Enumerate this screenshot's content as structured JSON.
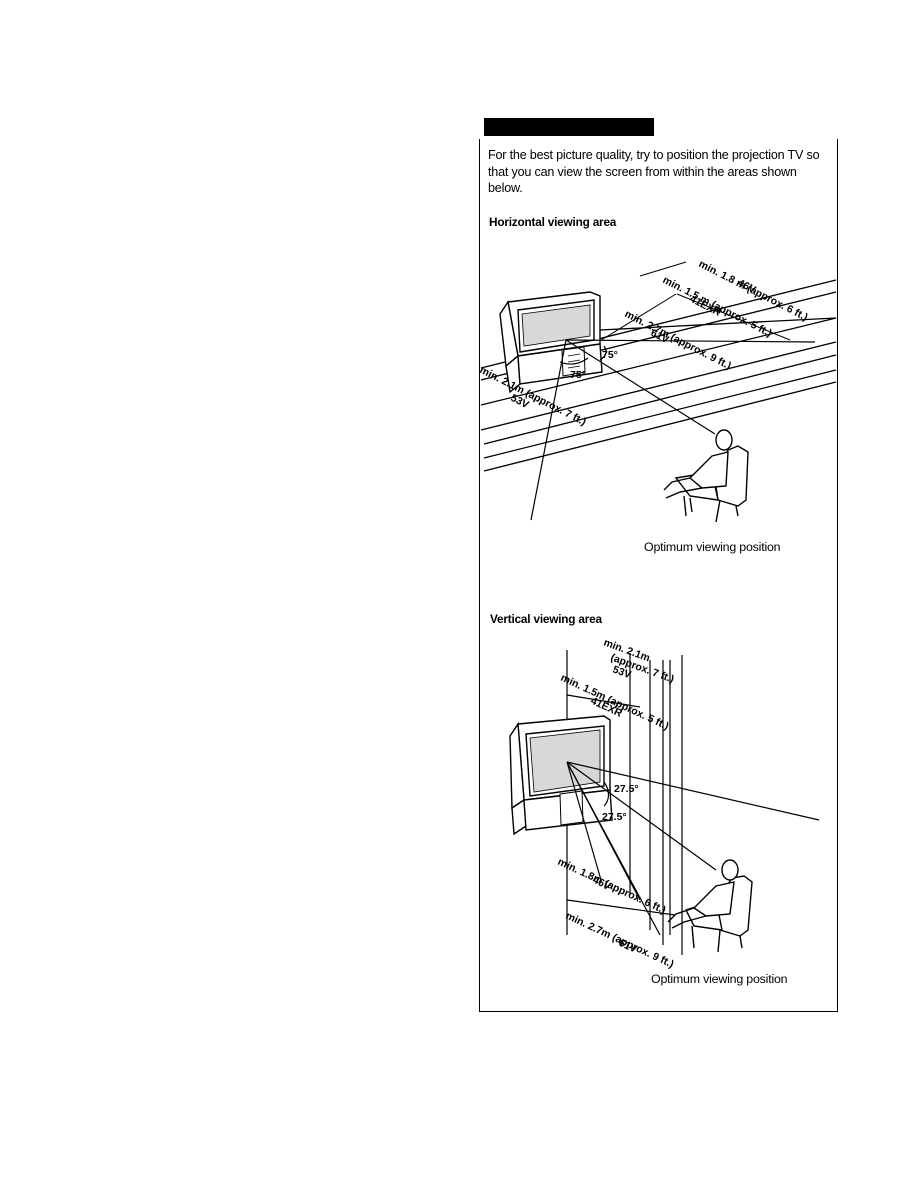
{
  "intro_text": "For the best picture quality, try to position the projection TV so that you can view the screen from within the areas shown below.",
  "horizontal": {
    "heading": "Horizontal viewing area",
    "caption": "Optimum viewing position",
    "labels": {
      "d46": "min. 1.8 m (approx. 6 ft.)",
      "m46": "46V",
      "d41": "min. 1.5 m (approx. 5 ft.)",
      "m41": "41EXR",
      "d61": "min. 2.7m (approx. 9 ft.)",
      "m61": "61V",
      "d53": "min. 2.1m (approx. 7 ft.)",
      "m53": "53V",
      "angle_right": "75°",
      "angle_left": "75°"
    }
  },
  "vertical": {
    "heading": "Vertical viewing area",
    "caption": "Optimum viewing position",
    "labels": {
      "d53a": "min. 2.1m",
      "d53b": "(approx. 7 ft.)",
      "m53": "53V",
      "d41": "min. 1.5m (approx. 5 ft.)",
      "m41": "41EXR",
      "angle_up": "27.5°",
      "angle_down": "27.5°",
      "d46": "min. 1.8m (approx. 6 ft.)",
      "m46": "46V",
      "d61": "min. 2.7m (approx. 9 ft.)",
      "m61": "61V"
    }
  }
}
